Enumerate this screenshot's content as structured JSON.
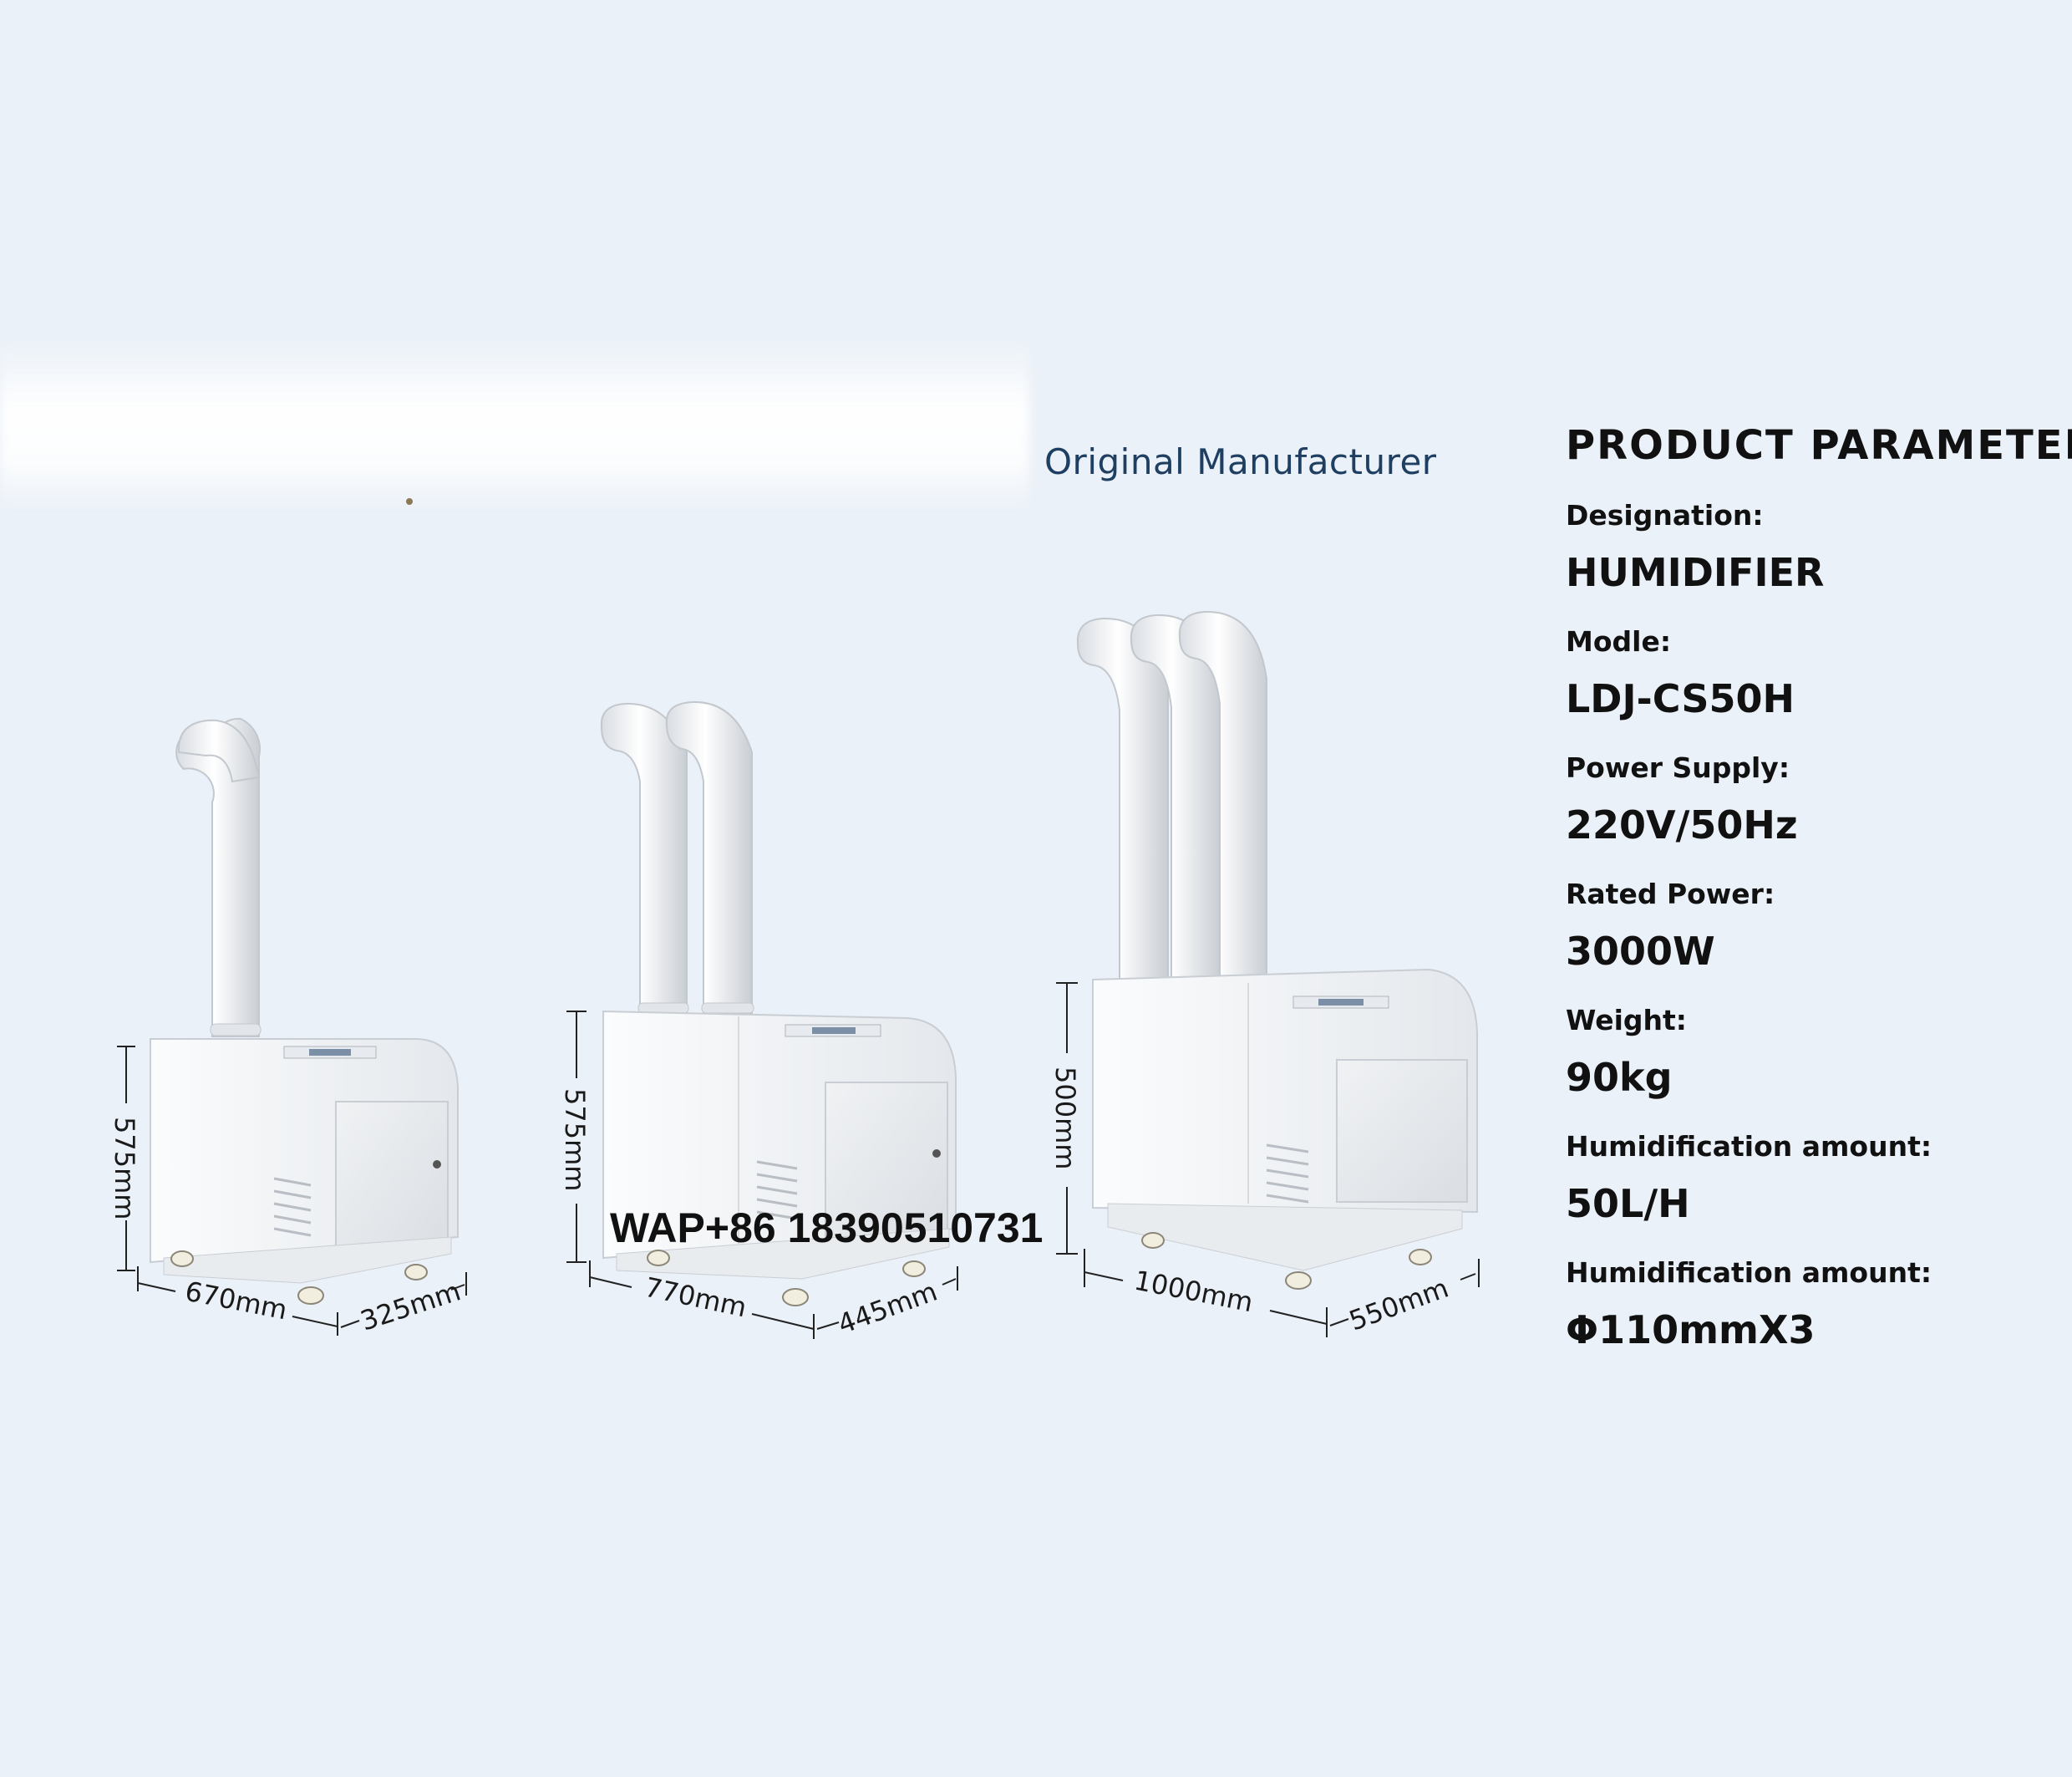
{
  "header": {
    "brand": "Original Manufacturer"
  },
  "parameters": {
    "title": "PRODUCT PARAMETERS",
    "rows": [
      {
        "label": "Designation:",
        "value": "HUMIDIFIER"
      },
      {
        "label": "Modle:",
        "value": "LDJ-CS50H"
      },
      {
        "label": "Power Supply:",
        "value": "220V/50Hz"
      },
      {
        "label": "Rated Power:",
        "value": "3000W"
      },
      {
        "label": "Weight:",
        "value": "90kg"
      },
      {
        "label": "Humidification amount:",
        "value": "50L/H"
      },
      {
        "label": "Humidification amount:",
        "value": "Φ110mmX3"
      }
    ]
  },
  "contact": "WAP+86 18390510731",
  "products": [
    {
      "height": "575mm",
      "length": "670mm",
      "depth": "325mm"
    },
    {
      "height": "575mm",
      "length": "770mm",
      "depth": "445mm"
    },
    {
      "height": "500mm",
      "length": "1000mm",
      "depth": "550mm"
    }
  ]
}
